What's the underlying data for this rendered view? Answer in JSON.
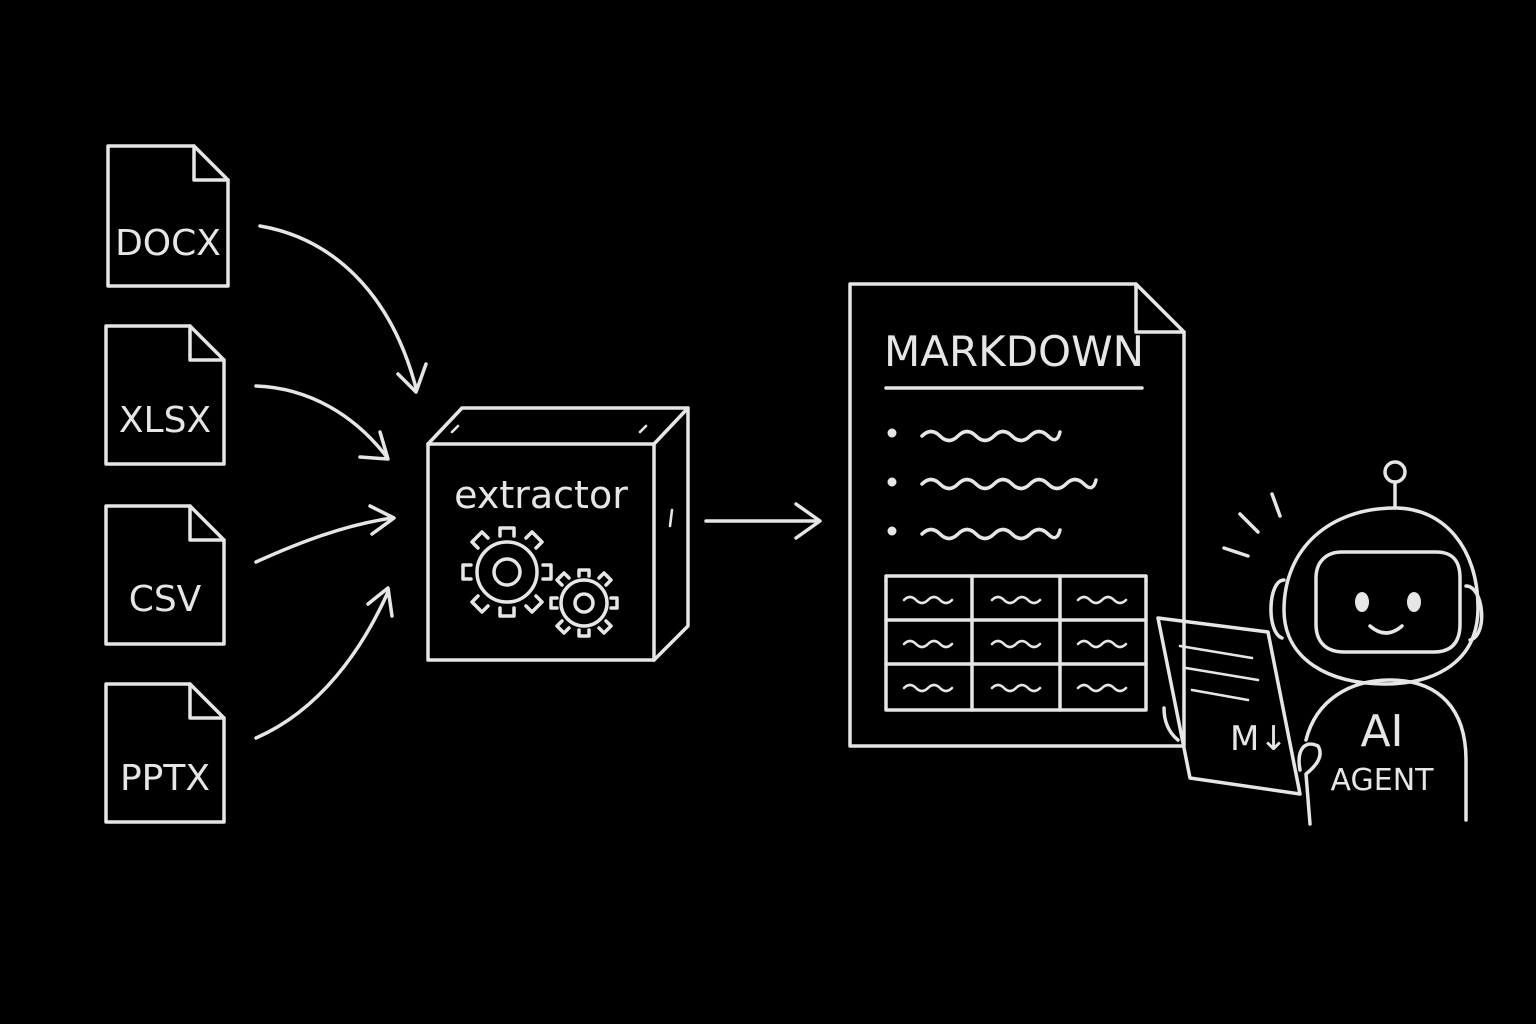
{
  "inputs": [
    {
      "label": "DOCX"
    },
    {
      "label": "XLSX"
    },
    {
      "label": "CSV"
    },
    {
      "label": "PPTX"
    }
  ],
  "processor": {
    "label": "extractor"
  },
  "output": {
    "title": "MARKDOWN",
    "badge": "M↓"
  },
  "agent": {
    "line1": "AI",
    "line2": "AGENT"
  },
  "colors": {
    "background": "#000000",
    "stroke": "#e6e6e6"
  }
}
